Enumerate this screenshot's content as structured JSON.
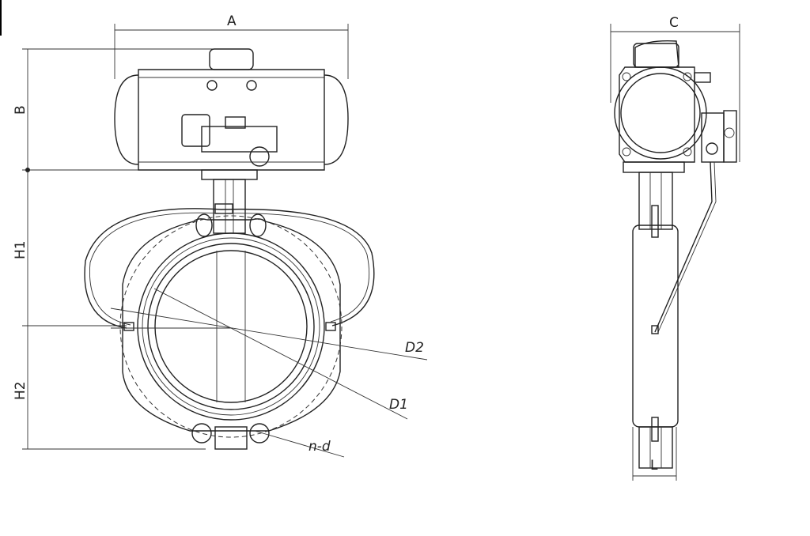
{
  "drawing": {
    "front_view": {
      "dimensions": {
        "A": "A",
        "B": "B",
        "H1": "H1",
        "H2": "H2",
        "D1": "D1",
        "D2": "D2",
        "n_d": "n-d"
      }
    },
    "side_view": {
      "dimensions": {
        "C": "C",
        "L": "L"
      }
    }
  }
}
